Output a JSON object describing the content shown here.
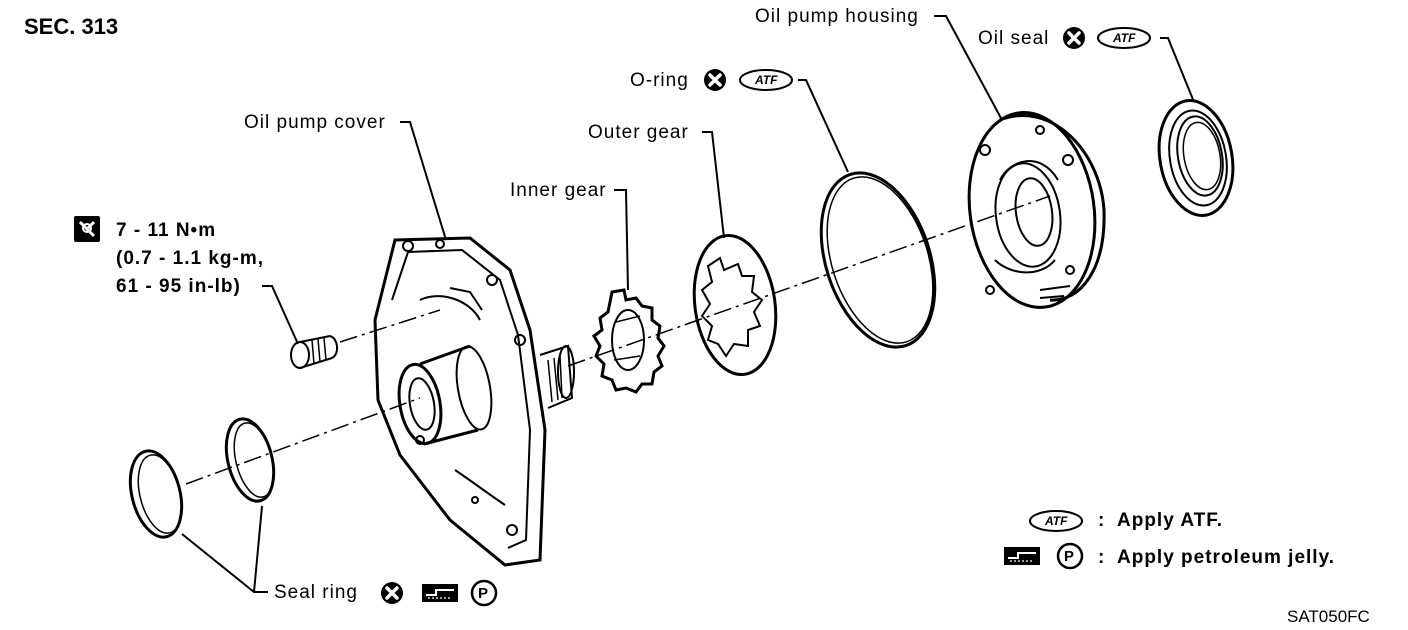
{
  "section": "SEC. 313",
  "figure_code": "SAT050FC",
  "parts": {
    "oil_pump_housing": "Oil pump housing",
    "oil_seal": "Oil seal",
    "o_ring": "O-ring",
    "outer_gear": "Outer gear",
    "inner_gear": "Inner gear",
    "oil_pump_cover": "Oil pump cover",
    "seal_ring": "Seal ring"
  },
  "torque": {
    "line1": "7 - 11 N•m",
    "line2": "(0.7 - 1.1 kg-m,",
    "line3": "61 - 95 in-lb)"
  },
  "symbols": {
    "atf": "ATF",
    "p": "P"
  },
  "legend": {
    "colon": ":",
    "atf_text": "Apply ATF.",
    "jelly_text": "Apply petroleum jelly."
  },
  "icons": [
    "replace-x-icon",
    "atf-badge-icon",
    "petroleum-jelly-icon",
    "p-circle-icon",
    "torque-wrench-icon"
  ]
}
